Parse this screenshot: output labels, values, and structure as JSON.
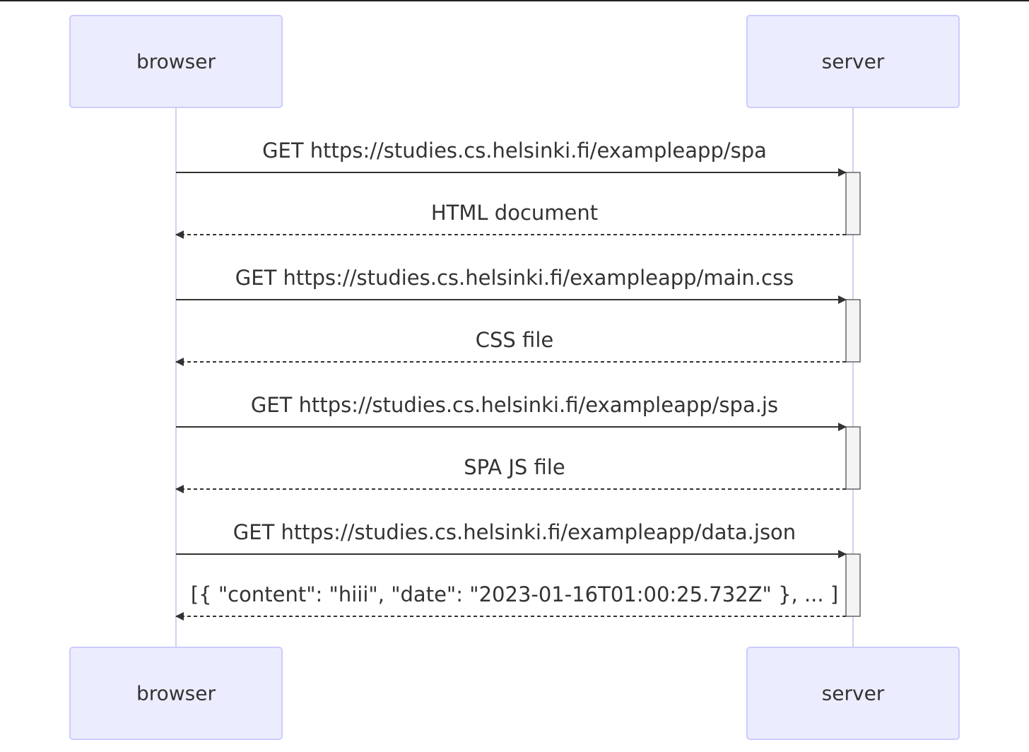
{
  "actors": [
    {
      "id": "browser",
      "label": "browser"
    },
    {
      "id": "server",
      "label": "server"
    }
  ],
  "messages": [
    {
      "from": "browser",
      "to": "server",
      "kind": "request",
      "label": "GET https://studies.cs.helsinki.fi/exampleapp/spa"
    },
    {
      "from": "server",
      "to": "browser",
      "kind": "response",
      "label": "HTML document"
    },
    {
      "from": "browser",
      "to": "server",
      "kind": "request",
      "label": "GET https://studies.cs.helsinki.fi/exampleapp/main.css"
    },
    {
      "from": "server",
      "to": "browser",
      "kind": "response",
      "label": "CSS file"
    },
    {
      "from": "browser",
      "to": "server",
      "kind": "request",
      "label": "GET https://studies.cs.helsinki.fi/exampleapp/spa.js"
    },
    {
      "from": "server",
      "to": "browser",
      "kind": "response",
      "label": "SPA JS file"
    },
    {
      "from": "browser",
      "to": "server",
      "kind": "request",
      "label": "GET https://studies.cs.helsinki.fi/exampleapp/data.json"
    },
    {
      "from": "server",
      "to": "browser",
      "kind": "response",
      "label": "[{ \"content\": \"hiii\", \"date\": \"2023-01-16T01:00:25.732Z\" }, ... ]"
    }
  ],
  "colors": {
    "actor_fill": "#ececff",
    "actor_stroke": "#ccccff",
    "lifeline": "#d6d0f0",
    "arrow": "#333333",
    "activation_fill": "#f4f4f4",
    "activation_stroke": "#666666",
    "text": "#333333"
  }
}
